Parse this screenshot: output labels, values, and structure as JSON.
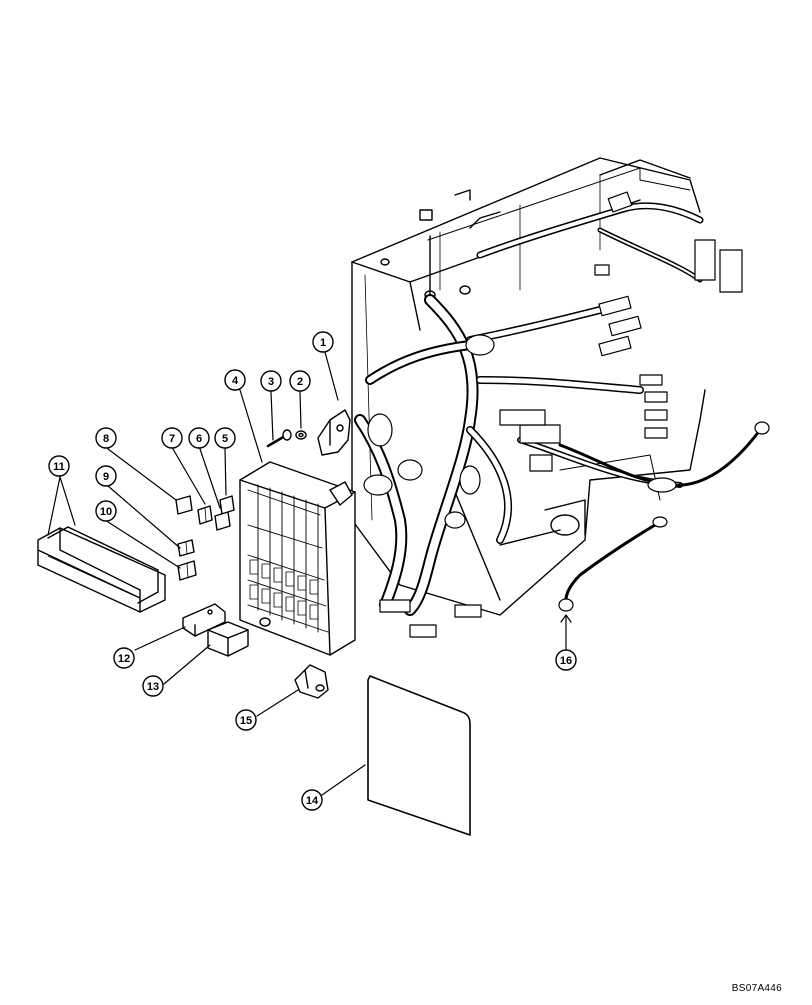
{
  "callouts": [
    "1",
    "2",
    "3",
    "4",
    "5",
    "6",
    "7",
    "8",
    "9",
    "10",
    "11",
    "12",
    "13",
    "14",
    "15",
    "16"
  ],
  "drawing_code": "BS07A446",
  "colors": {
    "line": "#000000",
    "paper": "#ffffff"
  }
}
